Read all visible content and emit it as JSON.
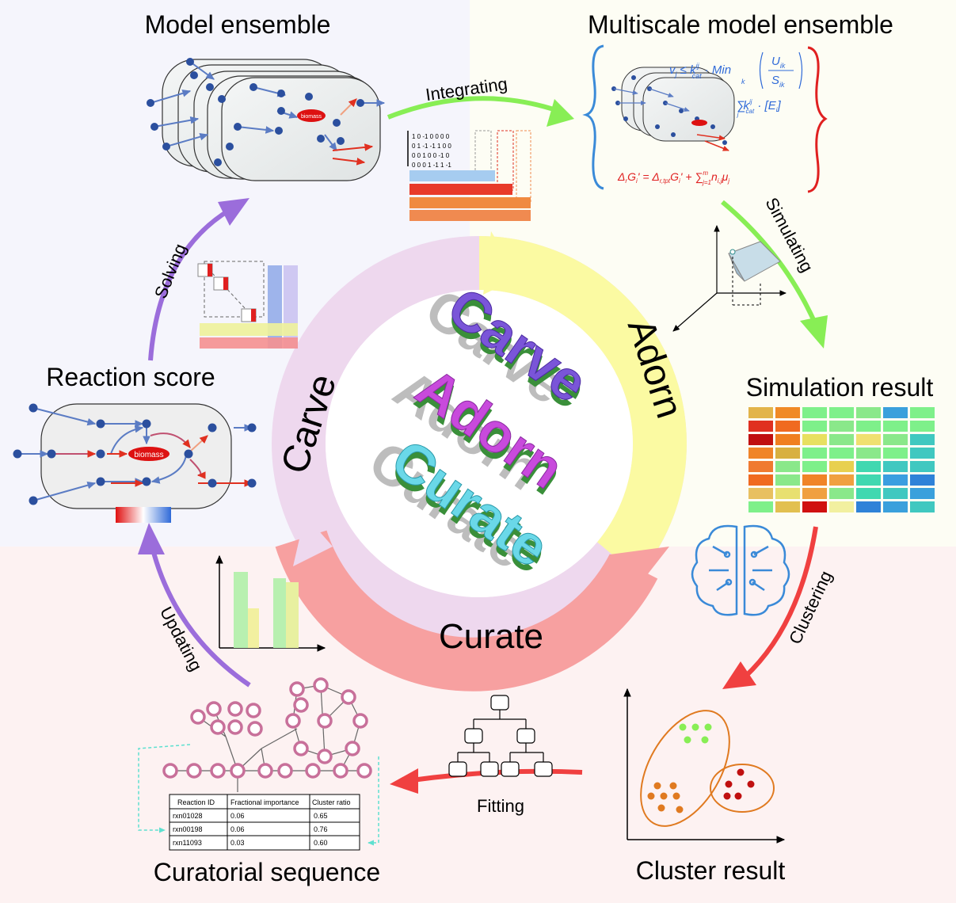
{
  "titles": {
    "model_ensemble": "Model ensemble",
    "multiscale": "Multiscale model ensemble",
    "simulation_result": "Simulation result",
    "cluster_result": "Cluster result",
    "curatorial_sequence": "Curatorial sequence",
    "reaction_score": "Reaction score"
  },
  "steps": {
    "integrating": "Integrating",
    "simulating": "Simulating",
    "clustering": "Clustering",
    "fitting": "Fitting",
    "updating": "Updating",
    "solving": "Solving"
  },
  "cycle": {
    "carve": "Carve",
    "adorn": "Adorn",
    "curate": "Curate",
    "center_words": [
      "Carve",
      "Adorn",
      "Curate"
    ]
  },
  "biomass_label": "biomass",
  "equations": {
    "eq1_lhs": "v",
    "eq1_sub": "j",
    "eq1_mid": " ≤ k",
    "eq1_kcat_sup": "ij",
    "eq1_kcat_sub": "cat",
    "eq1_min": " · Min",
    "eq1_min_sub": "k",
    "eq1_frac_top": "U",
    "eq1_frac_top_sub": "ik",
    "eq1_frac_bot": "S",
    "eq1_frac_bot_sub": "ik",
    "eq2_sum": "∑",
    "eq2_sum_sub": "j",
    "eq2_k": "k",
    "eq2_k_sup": "ij",
    "eq2_k_sub": "cat",
    "eq2_rest": " · [E",
    "eq2_rest_sub": "i",
    "eq2_close": "]",
    "eq3_a": "Δ",
    "eq3_a_sub": "r",
    "eq3_b": "G",
    "eq3_b_sub": "i",
    "eq3_c": "' = Δ",
    "eq3_c_sub": "r,tpt",
    "eq3_d": "G",
    "eq3_d_sub": "i",
    "eq3_e": "' + ∑",
    "eq3_e_sup": "m",
    "eq3_e_sub": "j=1",
    "eq3_f": "n",
    "eq3_f_sub": "i,j",
    "eq3_g": "μ",
    "eq3_g_sub": "j"
  },
  "matrix_rows": [
    "1  0  -1  0  0  0  0",
    "0  1  -1  -1  1  0  0",
    "0  0  1  0  0  -1  0",
    "0  0  0  1  -1  1  -1"
  ],
  "table": {
    "headers": [
      "Reaction ID",
      "Fractional importance",
      "Cluster ratio"
    ],
    "rows": [
      [
        "rxn01028",
        "0.06",
        "0.65"
      ],
      [
        "rxn00198",
        "0.06",
        "0.76"
      ],
      [
        "rxn11093",
        "0.03",
        "0.60"
      ]
    ]
  },
  "colors": {
    "carve_ring": "#e8d2ec",
    "adorn_ring": "#fbfaa0",
    "curate_ring": "#f79a9a",
    "purple_arrow": "#9b6ddb",
    "green_arrow": "#88ee55",
    "red_arrow": "#f04040",
    "node_blue": "#2b4f9e",
    "biomass_red": "#dd1111"
  },
  "heatmap": [
    [
      "#e2b44a",
      "#f08a26",
      "#7ef08a",
      "#7ef08a",
      "#8ae88a",
      "#3aa0dc",
      "#7ef08a"
    ],
    [
      "#e03020",
      "#f06a20",
      "#7ef08a",
      "#8ae88a",
      "#7ef08a",
      "#7ef08a",
      "#7ef08a"
    ],
    [
      "#c01010",
      "#f07f20",
      "#e8e060",
      "#8ae88a",
      "#f0e070",
      "#8ae88a",
      "#40c8c0"
    ],
    [
      "#f08428",
      "#d8b040",
      "#7ef08a",
      "#7ef08a",
      "#8ae88a",
      "#7ef08a",
      "#40c8c0"
    ],
    [
      "#f07a30",
      "#8ae88a",
      "#7ef08a",
      "#e8d050",
      "#40d8b0",
      "#40c8c0",
      "#40c8c0"
    ],
    [
      "#f06a20",
      "#8ae88a",
      "#f08428",
      "#f0a040",
      "#40d8b0",
      "#3a9ee0",
      "#2f82d8"
    ],
    [
      "#e8c060",
      "#e8e070",
      "#f0a040",
      "#8ae88a",
      "#40d8b0",
      "#40c8c0",
      "#3aa0dc"
    ],
    [
      "#7ef08a",
      "#e2c050",
      "#d01010",
      "#f2f0a0",
      "#2f82d8",
      "#3aa0dc",
      "#40c8c0"
    ]
  ]
}
